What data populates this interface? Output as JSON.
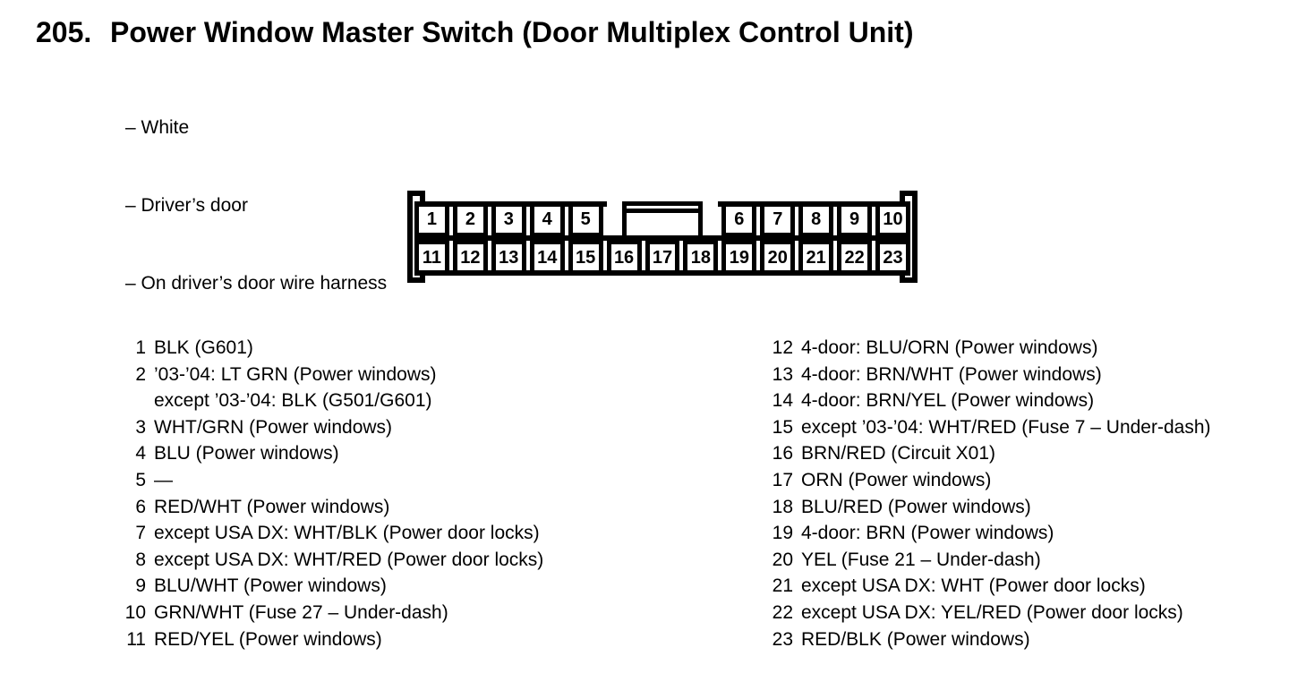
{
  "title": {
    "number": "205.",
    "text": "Power Window Master Switch (Door Multiplex Control Unit)"
  },
  "notes": [
    "– White",
    "– Driver’s door",
    "– On driver’s door wire harness"
  ],
  "colors": {
    "ink": "#000000",
    "paper": "#ffffff"
  },
  "connector": {
    "top_left": [
      "1",
      "2",
      "3",
      "4",
      "5"
    ],
    "top_right": [
      "6",
      "7",
      "8",
      "9",
      "10"
    ],
    "bottom": [
      "11",
      "12",
      "13",
      "14",
      "15",
      "16",
      "17",
      "18",
      "19",
      "20",
      "21",
      "22",
      "23"
    ]
  },
  "pin_list_left": [
    {
      "num": "1",
      "desc": "BLK (G601)"
    },
    {
      "num": "2",
      "desc": "’03-’04: LT GRN (Power windows)"
    },
    {
      "num": "",
      "desc": "except ’03-’04: BLK (G501/G601)"
    },
    {
      "num": "3",
      "desc": "WHT/GRN (Power windows)"
    },
    {
      "num": "4",
      "desc": "BLU (Power windows)"
    },
    {
      "num": "5",
      "desc": "—"
    },
    {
      "num": "6",
      "desc": "RED/WHT (Power windows)"
    },
    {
      "num": "7",
      "desc": "except USA DX: WHT/BLK (Power door locks)"
    },
    {
      "num": "8",
      "desc": "except USA DX: WHT/RED (Power door locks)"
    },
    {
      "num": "9",
      "desc": "BLU/WHT (Power windows)"
    },
    {
      "num": "10",
      "desc": "GRN/WHT (Fuse 27 – Under-dash)"
    },
    {
      "num": "11",
      "desc": "RED/YEL (Power windows)"
    }
  ],
  "pin_list_right": [
    {
      "num": "12",
      "desc": "4-door: BLU/ORN (Power windows)"
    },
    {
      "num": "13",
      "desc": "4-door: BRN/WHT (Power windows)"
    },
    {
      "num": "14",
      "desc": "4-door: BRN/YEL (Power windows)"
    },
    {
      "num": "15",
      "desc": "except ’03-’04: WHT/RED (Fuse 7 – Under-dash)"
    },
    {
      "num": "16",
      "desc": "BRN/RED (Circuit X01)"
    },
    {
      "num": "17",
      "desc": "ORN (Power windows)"
    },
    {
      "num": "18",
      "desc": "BLU/RED (Power windows)"
    },
    {
      "num": "19",
      "desc": "4-door: BRN (Power windows)"
    },
    {
      "num": "20",
      "desc": "YEL (Fuse 21 – Under-dash)"
    },
    {
      "num": "21",
      "desc": "except USA DX: WHT (Power door locks)"
    },
    {
      "num": "22",
      "desc": "except USA DX: YEL/RED (Power door locks)"
    },
    {
      "num": "23",
      "desc": "RED/BLK (Power windows)"
    }
  ]
}
